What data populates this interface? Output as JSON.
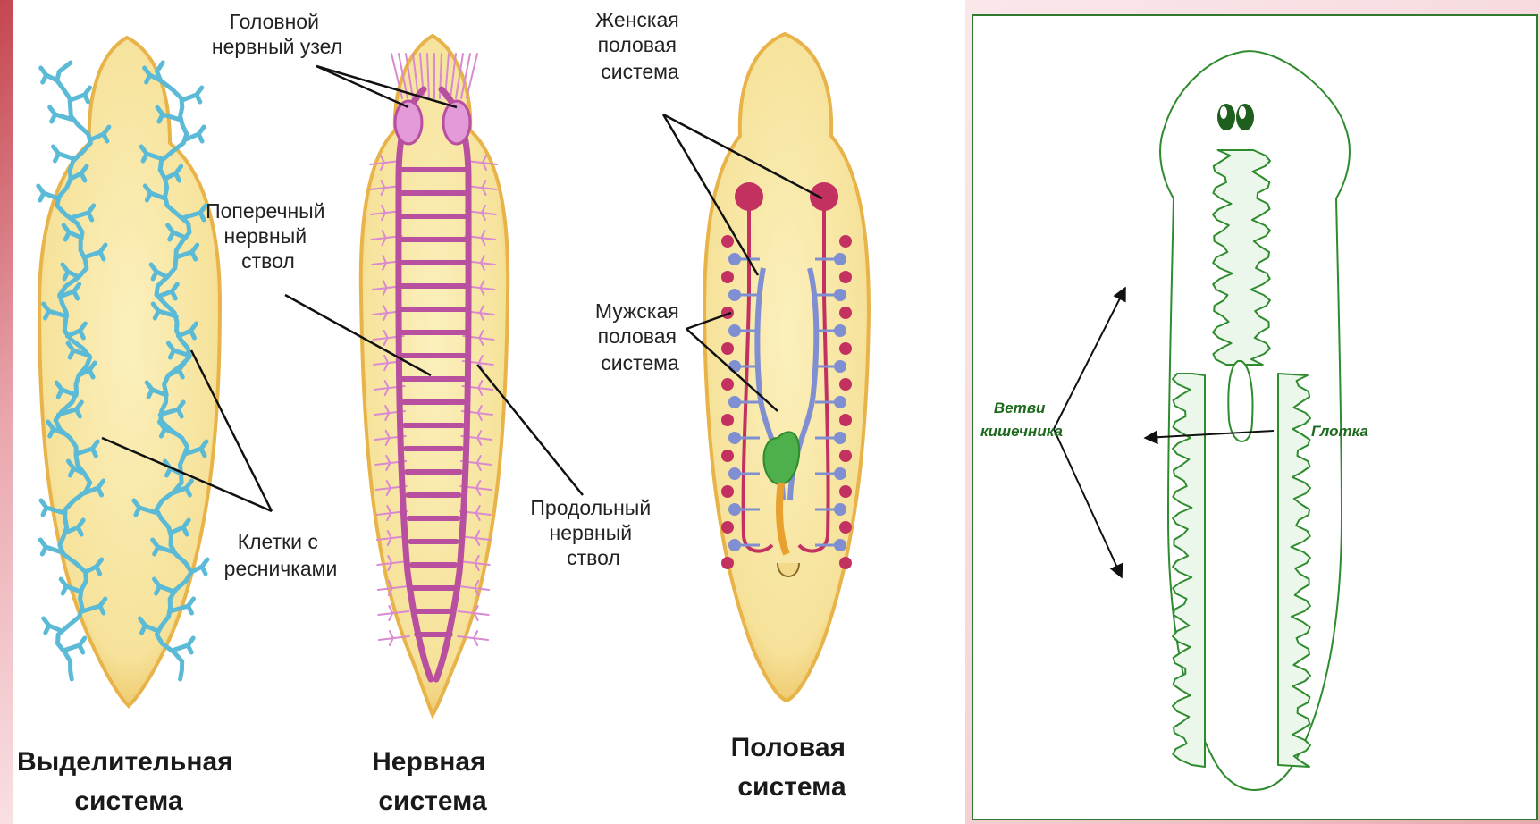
{
  "left_panel": {
    "labels": {
      "head_ganglion": [
        "Головной",
        "нервный узел"
      ],
      "transverse_trunk": [
        "Поперечный",
        "нервный",
        "ствол"
      ],
      "longitudinal_trunk": [
        "Продольный",
        "нервный",
        "ствол"
      ],
      "ciliated_cells": [
        "Клетки с",
        "ресничками"
      ],
      "female_system": [
        "Женская",
        "половая",
        "система"
      ],
      "male_system": [
        "Мужская",
        "половая",
        "система"
      ]
    },
    "captions": {
      "excretory": [
        "Выделительная",
        "система"
      ],
      "nervous": [
        "Нервная",
        "система"
      ],
      "reproductive": [
        "Половая",
        "система"
      ]
    }
  },
  "right_panel": {
    "labels": {
      "gut_branches": [
        "Ветви",
        "кишечника"
      ],
      "pharynx": "Глотка"
    }
  },
  "colors": {
    "body_fill": "#f7e6a0",
    "body_edge": "#e8b44a",
    "excretory": "#5bbad6",
    "nerve": "#b8509f",
    "female": "#c2315f",
    "male": "#7f8fd1",
    "pharynx_green": "#3c9b3c",
    "gut_green": "#2e8b2e"
  }
}
